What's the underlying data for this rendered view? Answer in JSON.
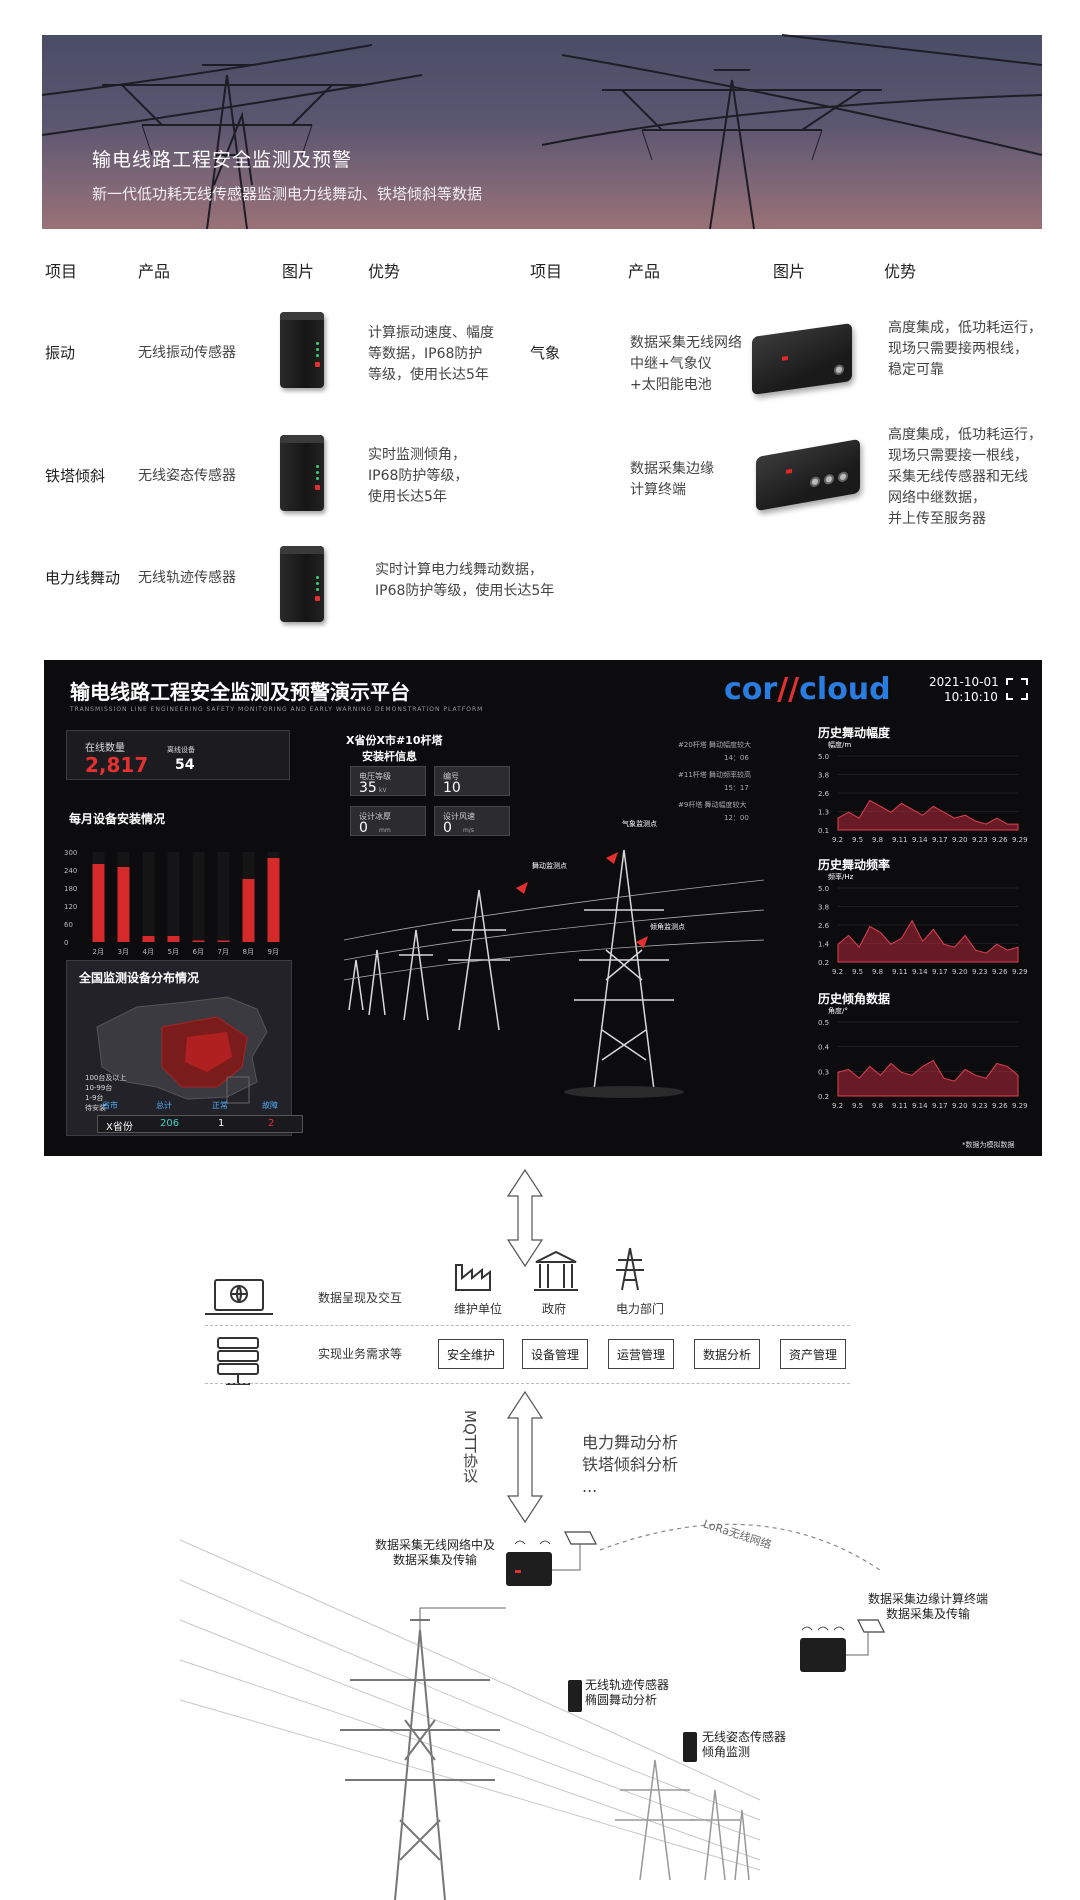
{
  "banner": {
    "title": "输电线路工程安全监测及预警",
    "subtitle": "新一代低功耗无线传感器监测电力线舞动、铁塔倾斜等数据"
  },
  "product_table": {
    "headers": [
      "项目",
      "产品",
      "图片",
      "优势",
      "项目",
      "产品",
      "图片",
      "优势"
    ],
    "left_rows": [
      {
        "item": "振动",
        "product": "无线振动传感器",
        "advantage": [
          "计算振动速度、幅度",
          "等数据，IP68防护",
          "等级，使用长达5年"
        ]
      },
      {
        "item": "铁塔倾斜",
        "product": "无线姿态传感器",
        "advantage": [
          "实时监测倾角，",
          "IP68防护等级，",
          "使用长达5年"
        ]
      },
      {
        "item": "电力线舞动",
        "product": "无线轨迹传感器",
        "advantage": [
          "实时计算电力线舞动数据，",
          "IP68防护等级，使用长达5年"
        ]
      }
    ],
    "right_rows": [
      {
        "item": "气象",
        "product": [
          "数据采集无线网络",
          "中继+气象仪",
          "+太阳能电池"
        ],
        "advantage": [
          "高度集成，低功耗运行，",
          "现场只需要接两根线，",
          "稳定可靠"
        ]
      },
      {
        "item": "",
        "product": [
          "数据采集边缘",
          "计算终端"
        ],
        "advantage": [
          "高度集成，低功耗运行，",
          "现场只需要接一根线，",
          "采集无线传感器和无线",
          "网络中继数据，",
          "并上传至服务器"
        ]
      }
    ]
  },
  "dashboard": {
    "title": "输电线路工程安全监测及预警演示平台",
    "title_en": "TRANSMISSION LINE ENGINEERING SAFETY MONITORING AND EARLY WARNING DEMONSTRATION PLATFORM",
    "logo_left": "cor",
    "logo_slash": "//",
    "logo_right": "cloud",
    "date": "2021-10-01",
    "time": "10:10:10",
    "online": {
      "label": "在线数量",
      "value": "2,817",
      "offline_label": "离线设备",
      "offline_value": "54"
    },
    "monthly": {
      "title": "每月设备安装情况",
      "y_ticks": [
        "300",
        "240",
        "180",
        "120",
        "60",
        "0"
      ],
      "months": [
        "2月",
        "3月",
        "4月",
        "5月",
        "6月",
        "7月",
        "8月",
        "9月"
      ],
      "values": [
        260,
        250,
        20,
        20,
        5,
        5,
        210,
        280
      ]
    },
    "map": {
      "title": "全国监测设备分布情况",
      "legend": [
        "100台及以上",
        "10-99台",
        "1-9台",
        "待安装"
      ],
      "table_headers": [
        "省市",
        "总计",
        "正常",
        "故障"
      ],
      "row": [
        "X省份",
        "206",
        "1",
        "2"
      ]
    },
    "tower": {
      "location": "X省份X市#10杆塔",
      "section": "安装杆信息",
      "voltage_label": "电压等级",
      "voltage_value": "35",
      "voltage_unit": "kV",
      "no_label": "编号",
      "no_value": "10",
      "ice_label": "设计冰厚",
      "ice_value": "0",
      "ice_unit": "mm",
      "wind_label": "设计风速",
      "wind_value": "0",
      "wind_unit": "m/s",
      "markers": [
        "气象监测点",
        "舞动监测点",
        "倾角监测点"
      ]
    },
    "alerts": [
      {
        "text": "#20杆塔 舞动幅度较大",
        "time": "14：06"
      },
      {
        "text": "#11杆塔 舞动频率较高",
        "time": "15：17"
      },
      {
        "text": "#9杆塔 舞动幅度较大",
        "time": "12：00"
      }
    ],
    "charts": [
      {
        "title": "历史舞动幅度",
        "unit": "幅度/m",
        "y_ticks": [
          "5.0",
          "3.8",
          "2.6",
          "1.3",
          "0.1"
        ],
        "x": [
          "9.2",
          "9.5",
          "9.8",
          "9.11",
          "9.14",
          "9.17",
          "9.20",
          "9.23",
          "9.26",
          "9.29"
        ]
      },
      {
        "title": "历史舞动频率",
        "unit": "频率/Hz",
        "y_ticks": [
          "5.0",
          "3.8",
          "2.6",
          "1.4",
          "0.2"
        ],
        "x": [
          "9.2",
          "9.5",
          "9.8",
          "9.11",
          "9.14",
          "9.17",
          "9.20",
          "9.23",
          "9.26",
          "9.29"
        ]
      },
      {
        "title": "历史倾角数据",
        "unit": "角度/°",
        "y_ticks": [
          "0.5",
          "0.4",
          "0.3",
          "0.2"
        ],
        "x": [
          "9.2",
          "9.5",
          "9.8",
          "9.11",
          "9.14",
          "9.17",
          "9.20",
          "9.23",
          "9.26",
          "9.29"
        ]
      }
    ],
    "footnote": "*数据为模拟数据"
  },
  "architecture": {
    "row1_label": "数据呈现及交互",
    "row2_label": "实现业务需求等",
    "stakeholders": [
      "维护单位",
      "政府",
      "电力部门"
    ],
    "buttons": [
      "安全维护",
      "设备管理",
      "运营管理",
      "数据分析",
      "资产管理"
    ],
    "protocol": "MQTT协议",
    "analysis": [
      "电力舞动分析",
      "铁塔倾斜分析",
      "..."
    ],
    "relay": [
      "数据采集无线网络中及",
      "数据采集及传输"
    ],
    "lora": "LoRa无线网络",
    "edge": [
      "数据采集边缘计算终端",
      "数据采集及传输"
    ],
    "trajectory": [
      "无线轨迹传感器",
      "椭圆舞动分析"
    ],
    "attitude": [
      "无线姿态传感器",
      "倾角监测"
    ]
  }
}
